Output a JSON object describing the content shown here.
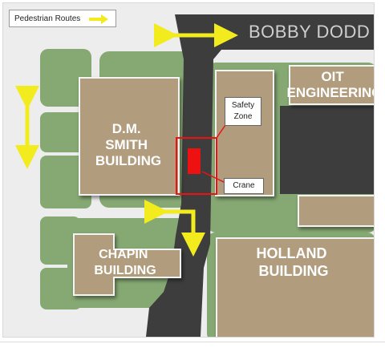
{
  "legend": {
    "label": "Pedestrian Routes"
  },
  "buildings": {
    "dm_smith": "D.M.\nSMITH\nBUILDING",
    "chapin": "CHAPIN\nBUILDING",
    "holland": "HOLLAND\nBUILDING",
    "oit": "OIT\nENGINEERING"
  },
  "street": {
    "name": "BOBBY DODD W"
  },
  "callouts": {
    "safety": "Safety\nZone",
    "crane": "Crane"
  },
  "colors": {
    "road": "#3d3d3d",
    "building": "#b19d7d",
    "grass": "#86a873",
    "arrow": "#f2ec1f",
    "safety": "#ee1111",
    "background": "#ededed"
  }
}
